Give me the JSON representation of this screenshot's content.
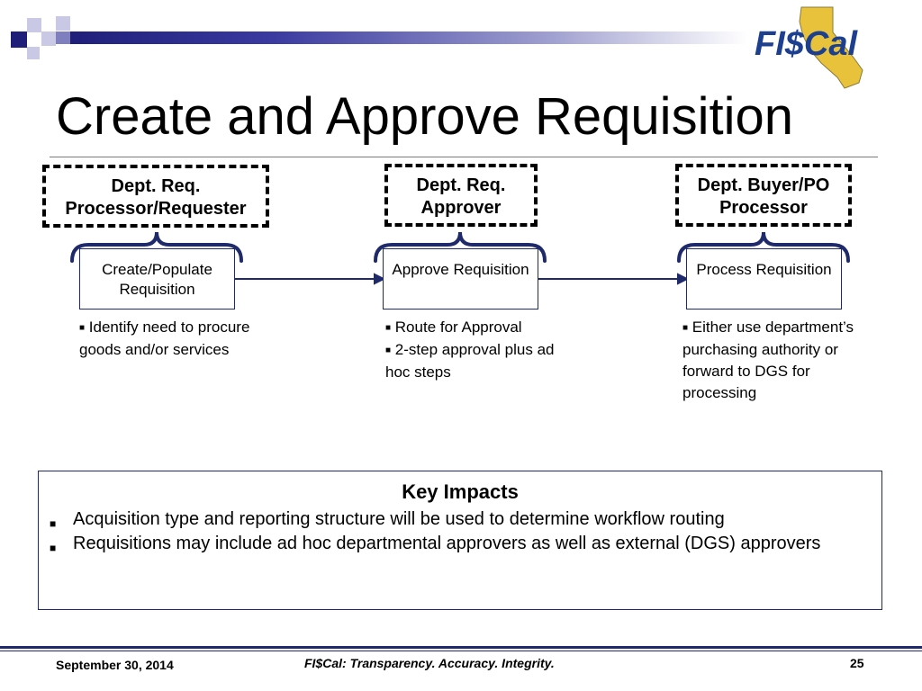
{
  "header": {
    "logo_text": "FI$Cal",
    "title": "Create and Approve Requisition"
  },
  "roles": [
    {
      "label": "Dept. Req. Processor/Requester"
    },
    {
      "label": "Dept. Req. Approver"
    },
    {
      "label": "Dept. Buyer/PO Processor"
    }
  ],
  "processes": [
    {
      "label": "Create/Populate Requisition"
    },
    {
      "label": "Approve Requisition"
    },
    {
      "label": "Process Requisition"
    }
  ],
  "details": [
    {
      "bullets": [
        "Identify need to procure goods and/or services"
      ]
    },
    {
      "bullets": [
        "Route for Approval",
        "2-step approval plus ad hoc steps"
      ]
    },
    {
      "bullets": [
        "Either use department’s purchasing authority or forward to DGS for processing"
      ]
    }
  ],
  "key_impacts": {
    "title": "Key Impacts",
    "items": [
      "Acquisition type and reporting structure will be used to determine workflow routing",
      "Requisitions may include ad hoc departmental approvers as well as external (DGS) approvers"
    ]
  },
  "footer": {
    "date": "September 30, 2014",
    "tagline": "FI$Cal:  Transparency.  Accuracy.  Integrity.",
    "page": "25"
  },
  "colors": {
    "navy": "#1f2a6b",
    "logo_blue": "#1d3f8f",
    "logo_gold": "#e8c23a",
    "square_light": "#b8b8dc",
    "square_dark": "#1f1f7a"
  }
}
